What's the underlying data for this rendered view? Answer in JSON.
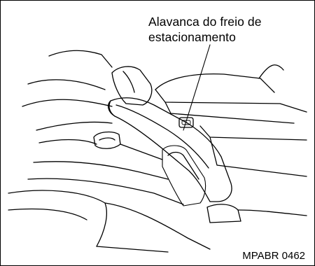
{
  "diagram": {
    "callout": {
      "line1": "Alavanca do freio de",
      "line2": "estacionamento"
    },
    "figure_code": "MPABR 0462"
  }
}
